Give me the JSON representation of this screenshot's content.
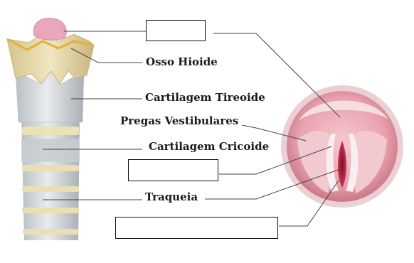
{
  "labels": {
    "hyoid": "Osso Hioide",
    "thyroid": "Cartilagem Tireoide",
    "vestibular": "Pregas Vestibulares",
    "cricoid": "Cartilagem Cricoide",
    "trachea": "Traqueia"
  },
  "blank_boxes": [
    {
      "id": "box-top",
      "text": ""
    },
    {
      "id": "box-middle",
      "text": ""
    },
    {
      "id": "box-bottom",
      "text": ""
    }
  ],
  "colors": {
    "cartilage": "#e3d4a6",
    "thyroid": "#cfd2d4",
    "ring": "#e8dcae",
    "epiglottis": "#e8a0b8",
    "inner_pink": "#e8a8b4",
    "fold": "#f4d8dc",
    "glottis": "#b8294a"
  }
}
